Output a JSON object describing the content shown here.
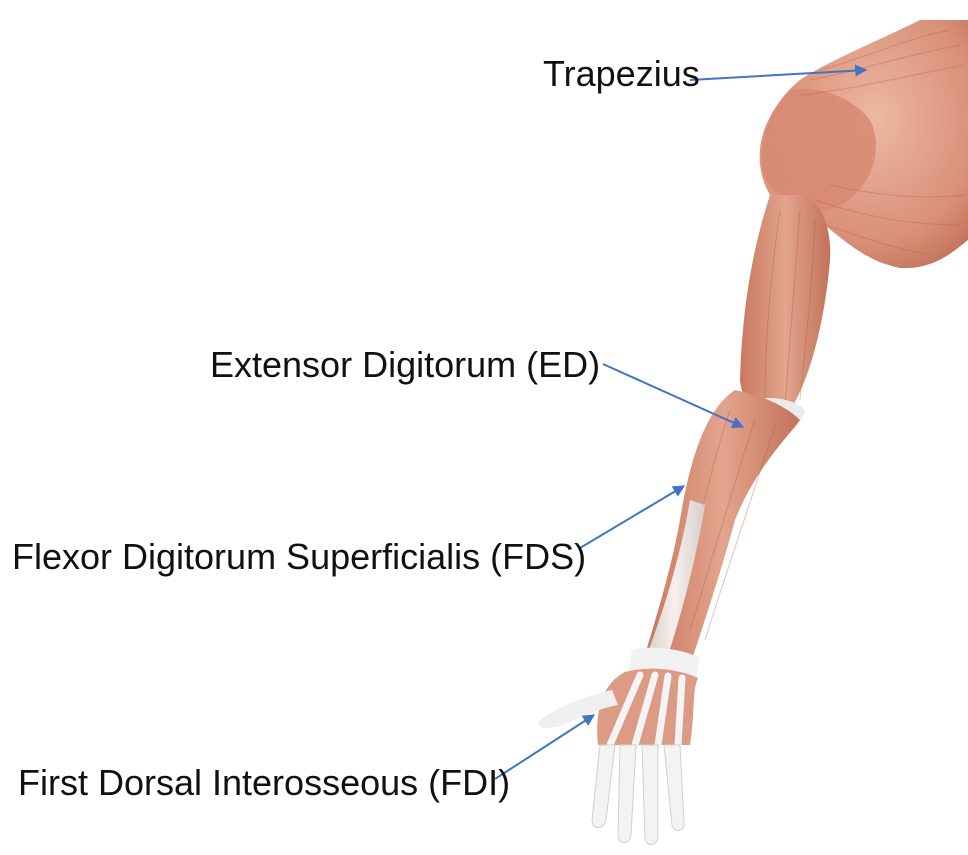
{
  "labels": {
    "trapezius": "Trapezius",
    "extensor_digitorum": "Extensor Digitorum (ED)",
    "flexor_digitorum_superficialis": "Flexor Digitorum Superficialis (FDS)",
    "first_dorsal_interosseous": "First Dorsal Interosseous (FDI)"
  },
  "colors": {
    "muscle": "#d9917a",
    "muscle_dark": "#b8674f",
    "muscle_light": "#eab39f",
    "tendon": "#eeeeee",
    "arrow": "#4472c4",
    "text": "#111111"
  }
}
